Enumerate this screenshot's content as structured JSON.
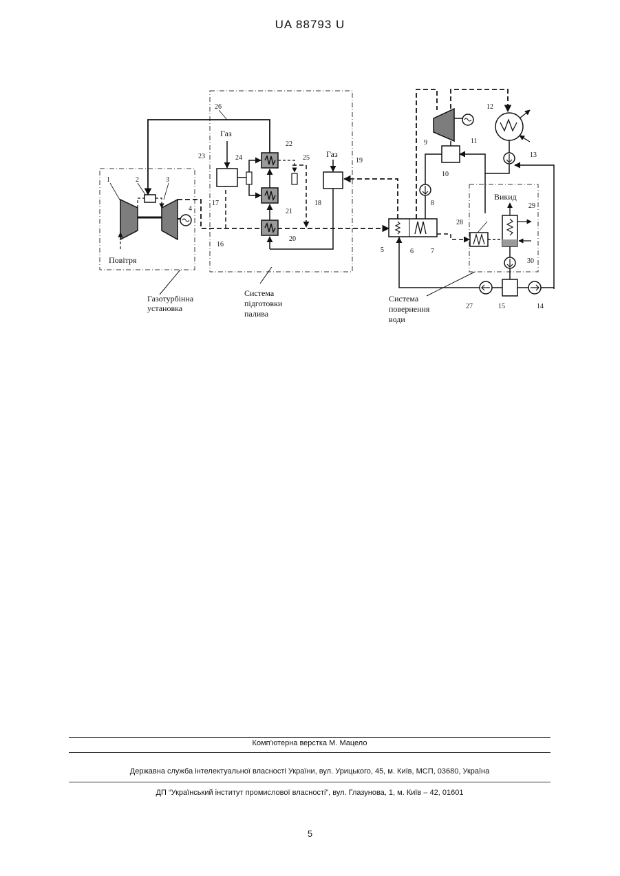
{
  "header": {
    "doc_id": "UA   88793   U"
  },
  "diagram": {
    "labels": {
      "air": "Повітря",
      "gas_a": "Газ",
      "gas_b": "Газ",
      "exhaust": "Викид",
      "gtu_1": "Газотурбінна",
      "gtu_2": "установка",
      "fuel_1": "Система",
      "fuel_2": "підготовки",
      "fuel_3": "палива",
      "water_1": "Система",
      "water_2": "повернення",
      "water_3": "води"
    },
    "numbers": [
      "1",
      "2",
      "3",
      "4",
      "5",
      "6",
      "7",
      "8",
      "9",
      "10",
      "11",
      "12",
      "13",
      "14",
      "15",
      "16",
      "17",
      "18",
      "19",
      "20",
      "21",
      "22",
      "23",
      "24",
      "25",
      "26",
      "27",
      "28",
      "29",
      "30"
    ]
  },
  "footer": {
    "layout": "Комп’ютерна верстка М. Мацело",
    "service": "Державна служба інтелектуальної власності України, вул. Урицького, 45, м. Київ, МСП, 03680, Україна",
    "institute": "ДП “Український інститут промислової власності”, вул. Глазунова, 1, м. Київ – 42, 01601"
  },
  "page_number": "5"
}
